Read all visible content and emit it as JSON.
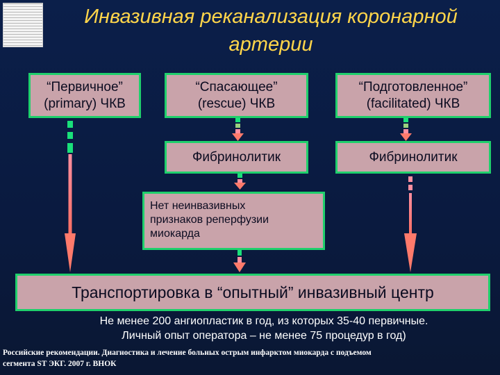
{
  "title": {
    "line1": "Инвазивная реканализация коронарной",
    "line2": "артерии"
  },
  "boxes": {
    "primary": {
      "line1": "“Первичное”",
      "line2": "(primary) ЧКВ"
    },
    "rescue": {
      "line1": "“Спасающее”",
      "line2": "(rescue) ЧКВ"
    },
    "facilitated": {
      "line1": "“Подготовленное”",
      "line2": "(facilitated) ЧКВ"
    },
    "fibrinolytic_1": "Фибринолитик",
    "fibrinolytic_2": "Фибринолитик",
    "no_reperfusion": {
      "line1": "Нет неинвазивных",
      "line2": "признаков реперфузии",
      "line3": "миокарда"
    },
    "transport": "Транспортировка в “опытный” инвазивный центр"
  },
  "requirements": {
    "line1": "Не менее 200 ангиопластик в год, из которых 35-40 первичные.",
    "line2": "Личный опыт оператора – не менее 75 процедур в год)"
  },
  "source": {
    "line1": "Российские рекомендации. Диагностика и лечение больных острым инфарктом миокарда с подъемом",
    "line2": "сегмента ST ЭКГ. 2007 г. ВНОК"
  },
  "colors": {
    "background": "#0b1f4a",
    "title": "#ffd54a",
    "box_fill": "#c9a3aa",
    "box_border": "#1fd06c",
    "arrow_dash_green": "#19e07a",
    "arrow_dash_pink": "#ff8fa0",
    "arrow_head": "#ff7a6b"
  }
}
